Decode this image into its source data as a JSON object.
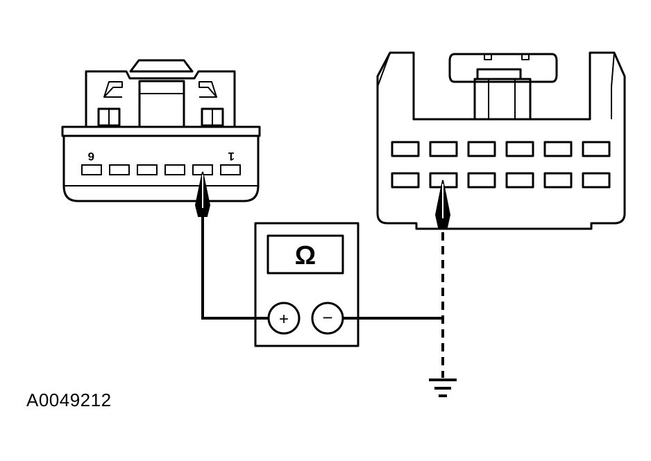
{
  "figure": {
    "id": "A0049212"
  },
  "connector_left": {
    "pin_label_left": "6",
    "pin_label_right": "1",
    "pin_count": 6,
    "probed_pin_index": 5
  },
  "connector_right": {
    "rows": 2,
    "cols": 6,
    "probed_pin": {
      "row": 2,
      "col": 2
    }
  },
  "meter": {
    "display_symbol": "Ω",
    "plus_terminal": "+",
    "minus_terminal": "−"
  },
  "ground": {
    "icon": "ground-symbol-icon"
  },
  "colors": {
    "ink": "#000000",
    "background": "#ffffff"
  }
}
